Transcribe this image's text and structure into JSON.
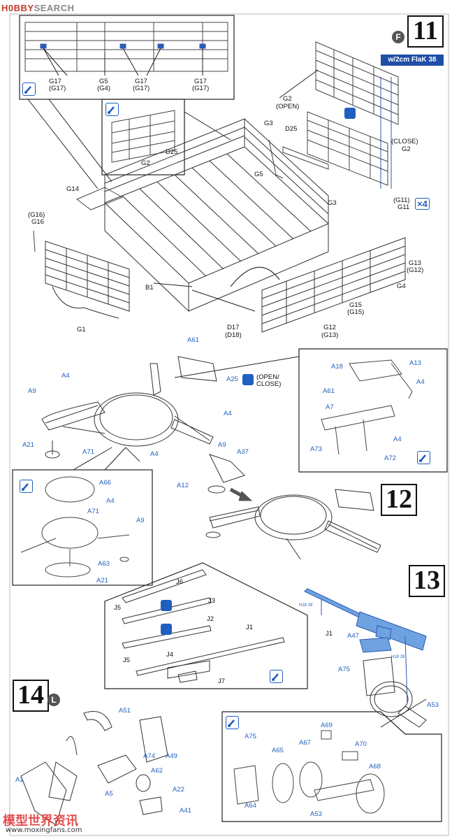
{
  "watermark_top": {
    "brand": "H0BBY",
    "rest": "SEARCH"
  },
  "watermark_bottom": {
    "cn": "模型世界资讯",
    "url": "www.moxingfans.com"
  },
  "steps": {
    "s11": "11",
    "s12": "12",
    "s13": "13",
    "s14": "14"
  },
  "markers": {
    "f": "F",
    "l": "L",
    "x4": "×4"
  },
  "banner": "w/2cm FlaK 38",
  "labels": {
    "g17a": "G17",
    "g17a2": "(G17)",
    "g5top": "G5",
    "g4top": "(G4)",
    "g17b": "G17",
    "g17b2": "(G17)",
    "g17c": "G17",
    "g17c2": "(G17)",
    "g2open": "G2",
    "g2open2": "(OPEN)",
    "d25a": "D25",
    "g2a": "G2",
    "g3a": "G3",
    "d25b": "D25",
    "close": "(CLOSE)",
    "g2b": "G2",
    "g5": "G5",
    "g14": "G14",
    "g3b": "G3",
    "g16a": "(G16)",
    "g16": "G16",
    "g11a": "(G11)",
    "g11": "G11",
    "g13": "G13",
    "g12p": "(G12)",
    "g4": "G4",
    "b1": "B1",
    "g1": "G1",
    "g15": "G15",
    "g15p": "(G15)",
    "d17": "D17",
    "d18": "(D18)",
    "g12": "G12",
    "g13p": "(G13)",
    "a61": "A61",
    "a4a": "A4",
    "a9a": "A9",
    "a25": "A25",
    "openclose1": "(OPEN/",
    "openclose2": "CLOSE)",
    "a4b": "A4",
    "a21": "A21",
    "a71": "A71",
    "a4c": "A4",
    "a9b": "A9",
    "a37": "A37",
    "a12": "A12",
    "a18": "A18",
    "a13": "A13",
    "a61b": "A61",
    "a4d": "A4",
    "a7": "A7",
    "a4e": "A4",
    "a73": "A73",
    "a72": "A72",
    "a66": "A66",
    "a4f": "A4",
    "a71b": "A71",
    "a9c": "A9",
    "a63": "A63",
    "a21b": "A21",
    "j6": "J6",
    "j3": "J3",
    "j5a": "J5",
    "j2": "J2",
    "j1": "J1",
    "j4": "J4",
    "j5b": "J5",
    "j7": "J7",
    "j1b": "J1",
    "a47": "A47",
    "a75": "A75",
    "a53": "A53",
    "a51": "A51",
    "a1": "A1",
    "a74": "A74",
    "a49": "A49",
    "a62": "A62",
    "a5": "A5",
    "a22": "A22",
    "a41": "A41",
    "a75b": "A75",
    "a69": "A69",
    "a65": "A65",
    "a67": "A67",
    "a70": "A70",
    "a68": "A68",
    "a64": "A64",
    "a53b": "A53"
  },
  "paint": {
    "p1": "H18 28",
    "p2": "H18 28"
  }
}
